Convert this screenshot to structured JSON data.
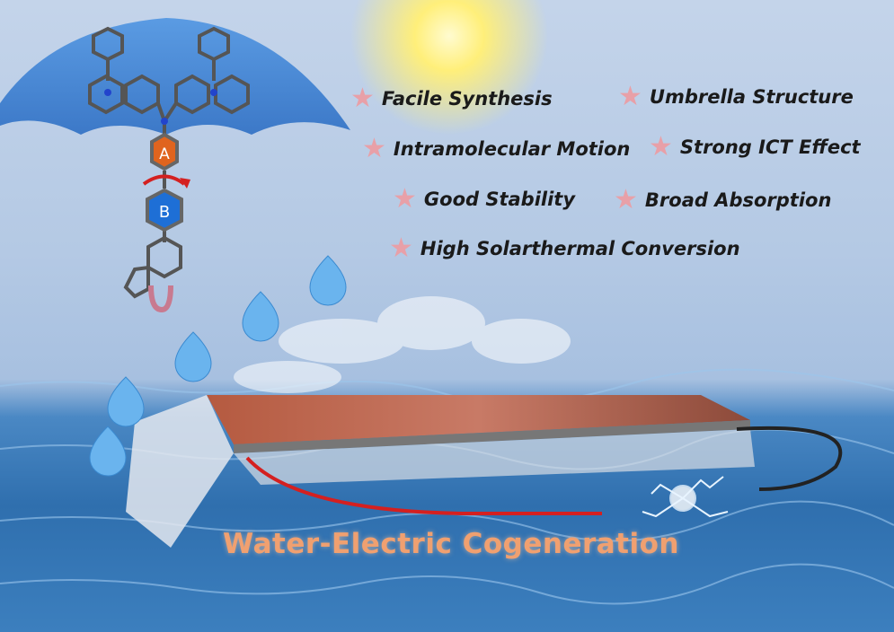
{
  "features": [
    {
      "label": "Facile Synthesis"
    },
    {
      "label": "Umbrella Structure"
    },
    {
      "label": "Intramolecular Motion"
    },
    {
      "label": "Strong ICT Effect"
    },
    {
      "label": "Good Stability"
    },
    {
      "label": "Broad Absorption"
    },
    {
      "label": "High Solarthermal Conversion"
    }
  ],
  "molecule": {
    "ring_a": "A",
    "ring_b": "B"
  },
  "title": "Water-Electric Cogeneration",
  "colors": {
    "ring_a": "#e0641e",
    "ring_b": "#1e6fd6",
    "umbrella": "#3f86d8",
    "star": "#e8a0a8",
    "title": "#f0a070"
  }
}
